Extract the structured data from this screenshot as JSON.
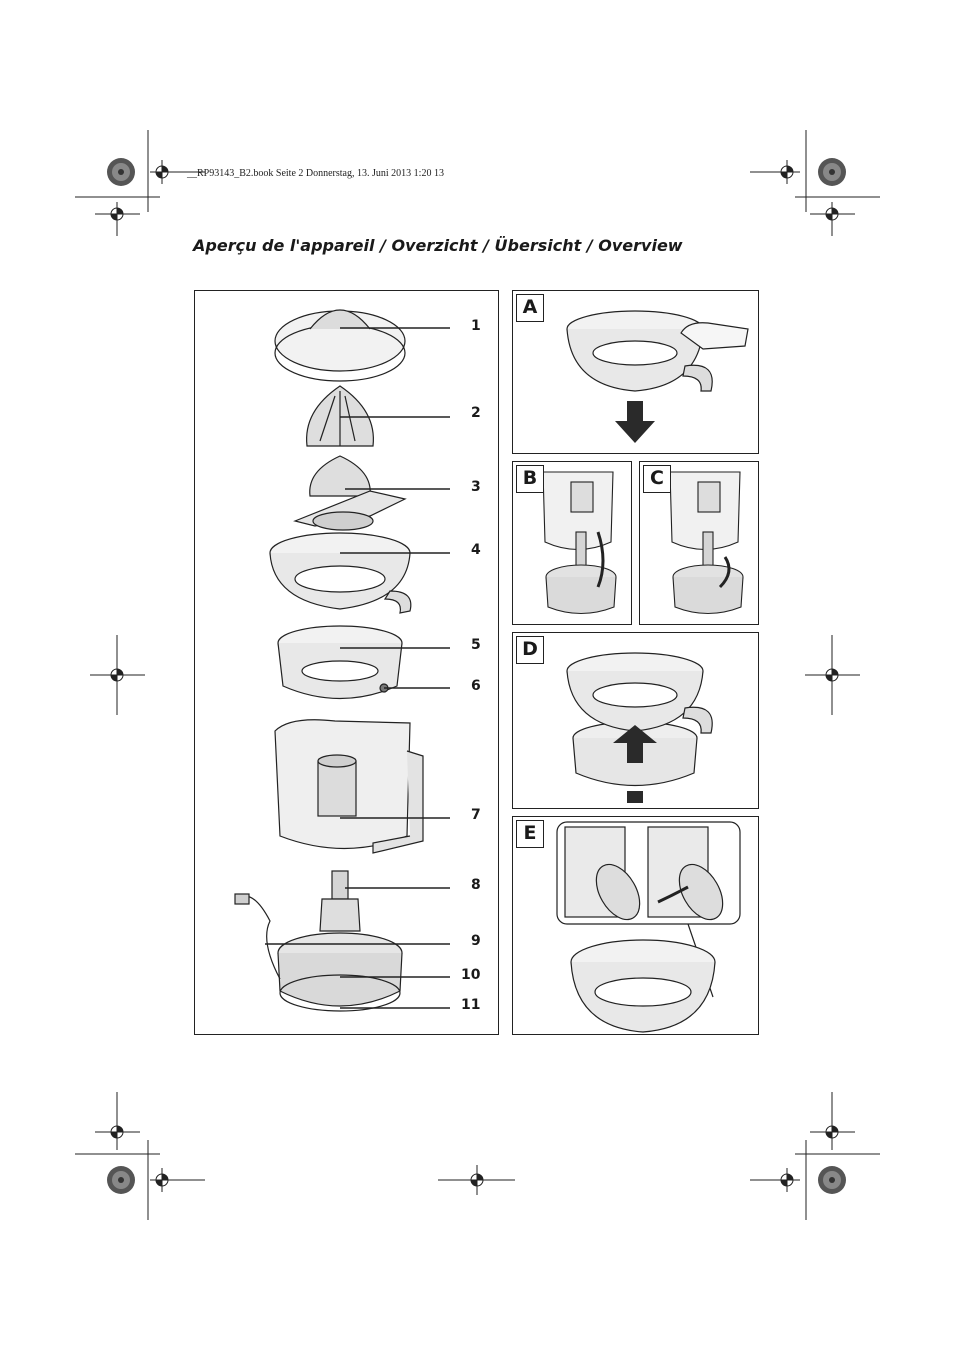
{
  "slug": "__RP93143_B2.book  Seite 2  Donnerstag, 13. Juni 2013  1:20 13",
  "heading": "Aperçu de l'appareil / Overzicht / Übersicht / Overview",
  "parts": [
    "1",
    "2",
    "3",
    "4",
    "5",
    "6",
    "7",
    "8",
    "9",
    "10",
    "11"
  ],
  "steps": [
    "A",
    "B",
    "C",
    "D",
    "E"
  ],
  "colors": {
    "line": "#222222",
    "part_fill": "#e4e4e4",
    "dark_fill": "#3a3a3a"
  }
}
